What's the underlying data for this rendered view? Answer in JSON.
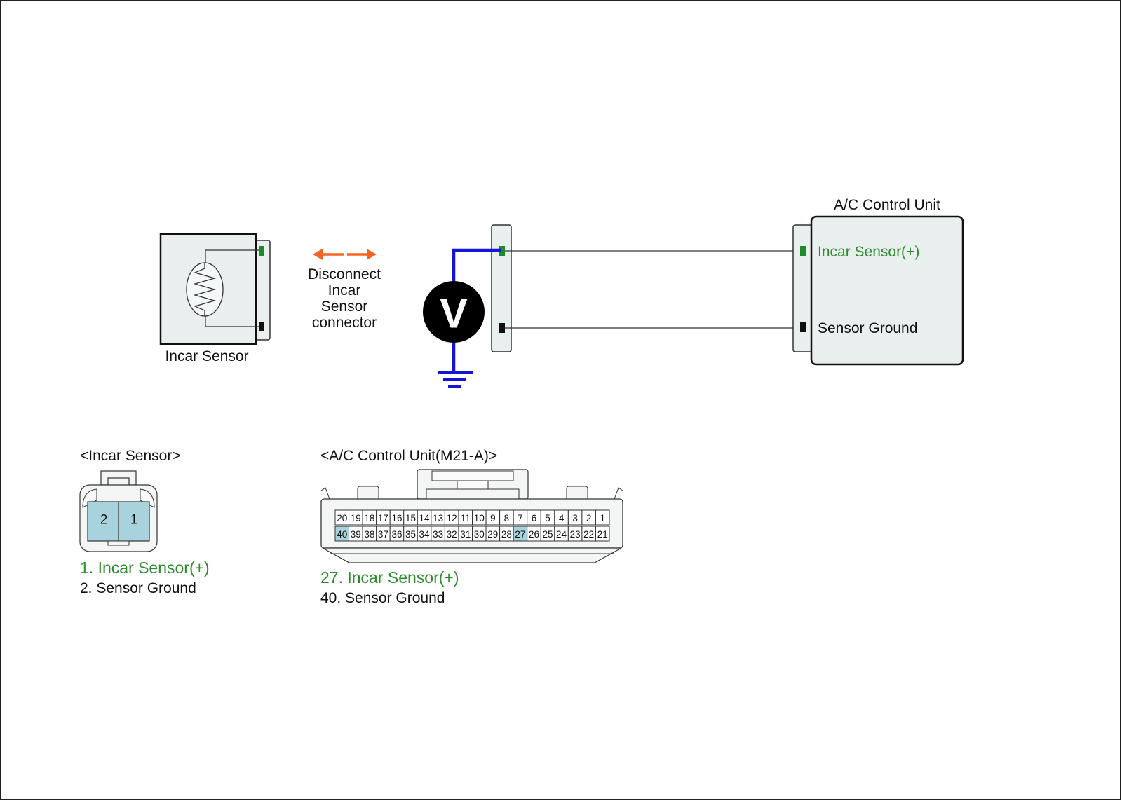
{
  "schematic": {
    "incar_sensor_label": "Incar Sensor",
    "disconnect_note": [
      "Disconnect",
      "Incar",
      "Sensor",
      "connector"
    ],
    "voltmeter_symbol": "V",
    "acu_title": "A/C Control Unit",
    "acu_pin_incar": "Incar Sensor(+)",
    "acu_pin_ground": "Sensor Ground"
  },
  "incar_connector": {
    "title": "<Incar Sensor>",
    "pins": [
      "2",
      "1"
    ],
    "legend": [
      "1. Incar Sensor(+)",
      "2. Sensor Ground"
    ]
  },
  "acu_connector": {
    "title": "<A/C Control Unit(M21-A)>",
    "top_row": [
      "20",
      "19",
      "18",
      "17",
      "16",
      "15",
      "14",
      "13",
      "12",
      "11",
      "10",
      "9",
      "8",
      "7",
      "6",
      "5",
      "4",
      "3",
      "2",
      "1"
    ],
    "bottom_row": [
      "40",
      "39",
      "38",
      "37",
      "36",
      "35",
      "34",
      "33",
      "32",
      "31",
      "30",
      "29",
      "28",
      "27",
      "26",
      "25",
      "24",
      "23",
      "22",
      "21"
    ],
    "highlighted_pins": [
      "40",
      "27"
    ],
    "legend": [
      "27. Incar Sensor(+)",
      "40. Sensor Ground"
    ]
  },
  "colors": {
    "probe_wire": "#1515d8",
    "pin_signal": "#1f8a2a",
    "pin_ground": "#111111",
    "arrow": "#f26522",
    "highlight_text": "#2e8b2e",
    "connector_fill": "#a9d3dc",
    "unit_fill": "#e8efee"
  }
}
